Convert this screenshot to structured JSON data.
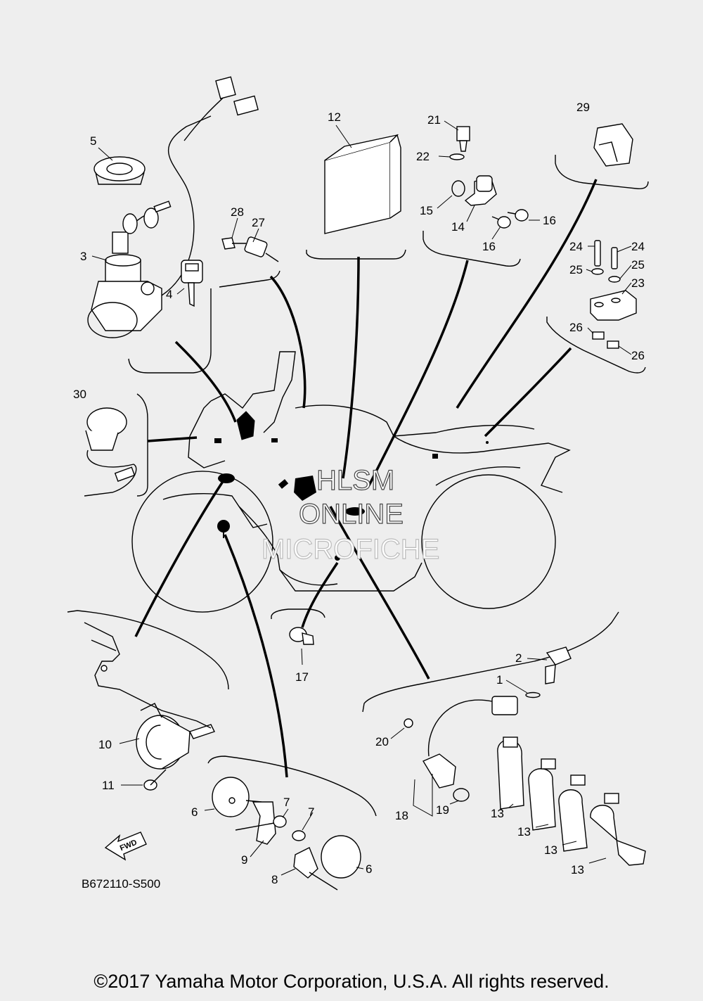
{
  "diagram_code": "B672110-S500",
  "copyright": "©2017 Yamaha Motor Corporation, U.S.A. All rights reserved.",
  "fwd_label": "FWD",
  "watermark": {
    "line1": "HLSM",
    "line2": "ONLINE",
    "line3": "MICROFICHE"
  },
  "callouts": [
    "5",
    "3",
    "4",
    "28",
    "27",
    "12",
    "21",
    "22",
    "15",
    "14",
    "16",
    "16",
    "29",
    "24",
    "24",
    "25",
    "25",
    "23",
    "26",
    "26",
    "30",
    "17",
    "2",
    "1",
    "20",
    "18",
    "19",
    "13",
    "13",
    "13",
    "13",
    "10",
    "11",
    "6",
    "6",
    "7",
    "7",
    "9",
    "8"
  ]
}
